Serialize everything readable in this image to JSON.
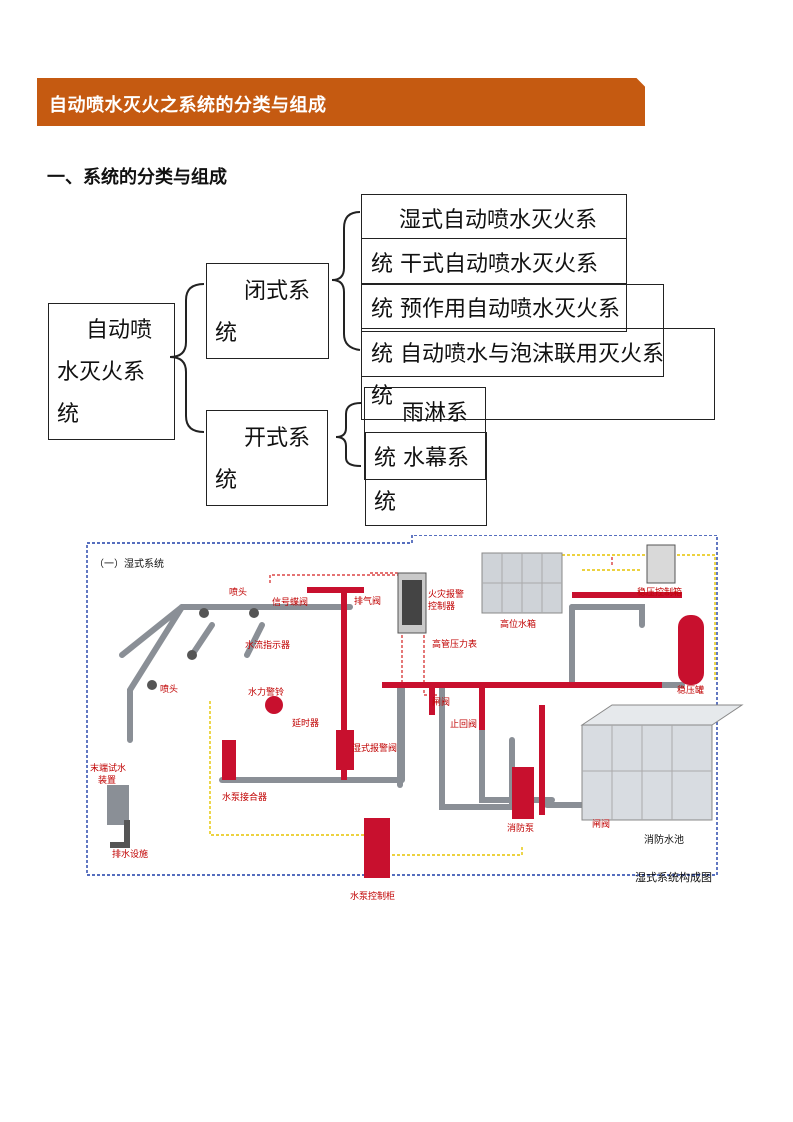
{
  "header": {
    "title": "自动喷水灭火之系统的分类与组成"
  },
  "section": {
    "title": "一、系统的分类与组成"
  },
  "tree": {
    "root": {
      "line1": "自动喷",
      "line2": "水灭火系",
      "line3": "统"
    },
    "closed": {
      "line1": "闭式系",
      "line2": "统"
    },
    "open": {
      "line1": "开式系",
      "line2": "统"
    },
    "closed_items": [
      {
        "text": "湿式自动喷水灭火系"
      },
      {
        "text": "统 干式自动喷水灭火系"
      },
      {
        "text": "统 预作用自动喷水灭火系"
      },
      {
        "text": "统 自动喷水与泡沫联用灭火系"
      },
      {
        "text": "统"
      }
    ],
    "open_items": [
      {
        "text": "雨淋系"
      },
      {
        "text": "统 水幕系"
      },
      {
        "text": "统"
      }
    ]
  },
  "diagram": {
    "frame_label": "（一）湿式系统",
    "caption": "湿式系统构成图",
    "labels": {
      "sprinkler_top": "喷头",
      "sprinkler_mid": "喷头",
      "signal_valve": "信号蝶阀",
      "flow_indicator": "水流指示器",
      "exhaust_valve": "排气阀",
      "fire_alarm_controller_1": "火灾报警",
      "fire_alarm_controller_2": "控制器",
      "high_tank": "高位水箱",
      "pressure_gauge": "高管压力表",
      "pressure_control_box": "稳压控制箱",
      "pressure_tank": "稳压罐",
      "water_bell": "水力警铃",
      "delay_device": "延时器",
      "wet_alarm_valve": "湿式报警阀",
      "end_test_1": "末端试水",
      "end_test_2": "装置",
      "pump_adapter": "水泵接合器",
      "drain": "排水设施",
      "gate_valve": "闸阀",
      "check_valve": "止回阀",
      "fire_pump": "消防泵",
      "gate_valve2": "闸阀",
      "fire_pool": "消防水池",
      "pump_control_cabinet": "水泵控制柜"
    }
  }
}
